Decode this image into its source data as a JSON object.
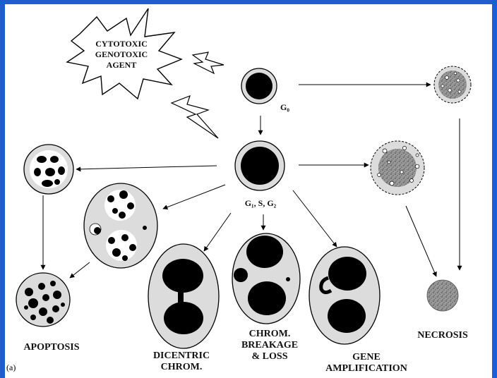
{
  "agent_label": [
    "CYTOTOXIC",
    "GENOTOXIC",
    "AGENT"
  ],
  "cell_labels": {
    "g0": "G₀",
    "cycling": "G₁, S, G₂"
  },
  "outcomes": {
    "apoptosis": "APOPTOSIS",
    "necrosis": "NECROSIS",
    "dicentric": [
      "DICENTRIC",
      "CHROM."
    ],
    "breakage": [
      "CHROM.",
      "BREAKAGE",
      "& LOSS"
    ],
    "amplification": [
      "GENE",
      "AMPLIFICATION"
    ]
  },
  "panel_label": "(a)",
  "colors": {
    "background": "#1d5fd0",
    "cytoplasm": "#dcdcdc",
    "nucleus": "#000000"
  }
}
